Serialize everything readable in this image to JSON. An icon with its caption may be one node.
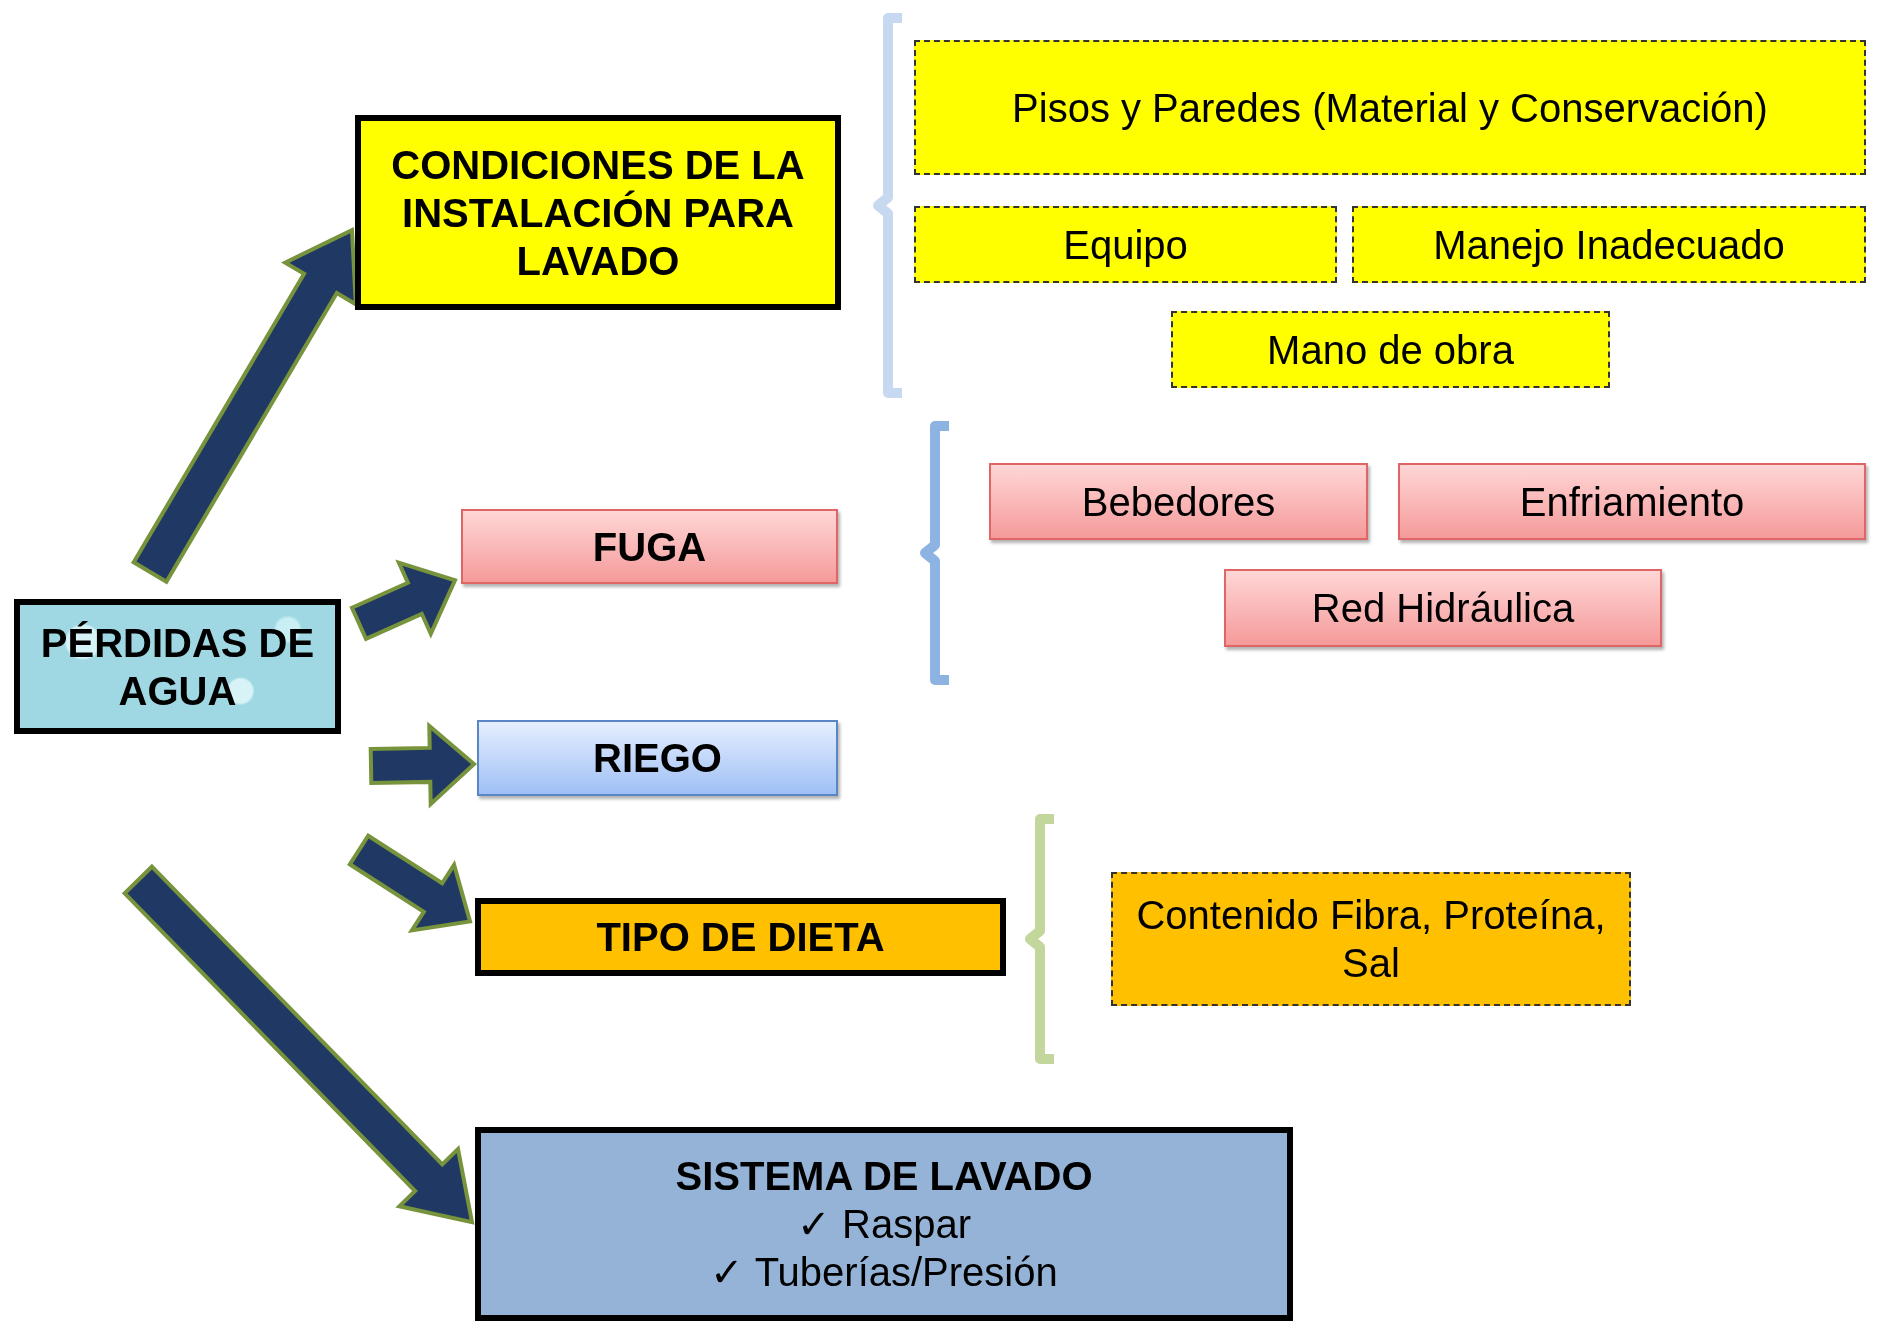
{
  "diagram": {
    "nodes": [
      {
        "text": [
          "PÉRDIDAS DE AGUA"
        ]
      },
      {
        "text": [
          "CONDICIONES DE LA INSTALACIÓN PARA LAVADO"
        ]
      },
      {
        "text": [
          "FUGA"
        ]
      },
      {
        "text": [
          "RIEGO"
        ]
      },
      {
        "text": [
          "TIPO DE DIETA"
        ]
      },
      {
        "text": [
          "SISTEMA DE LAVADO",
          "✓ Raspar",
          "✓ Tuberías/Presión"
        ]
      },
      {
        "text": [
          "Pisos y Paredes (Material y Conservación)"
        ]
      },
      {
        "text": [
          "Equipo"
        ]
      },
      {
        "text": [
          "Manejo Inadecuado"
        ]
      },
      {
        "text": [
          "Mano de obra"
        ]
      },
      {
        "text": [
          "Bebedores"
        ]
      },
      {
        "text": [
          "Enfriamiento"
        ]
      },
      {
        "text": [
          "Red Hidráulica"
        ]
      },
      {
        "text": [
          "Contenido  Fibra, Proteína, Sal"
        ]
      }
    ],
    "edges": [
      {
        "from": 0,
        "to": 1,
        "arrow": "to",
        "style": "thick"
      },
      {
        "from": 0,
        "to": 2,
        "arrow": "to",
        "style": "thick"
      },
      {
        "from": 0,
        "to": 3,
        "arrow": "to",
        "style": "thick"
      },
      {
        "from": 0,
        "to": 4,
        "arrow": "to",
        "style": "thick"
      },
      {
        "from": 0,
        "to": 5,
        "arrow": "to",
        "style": "thick"
      }
    ]
  }
}
